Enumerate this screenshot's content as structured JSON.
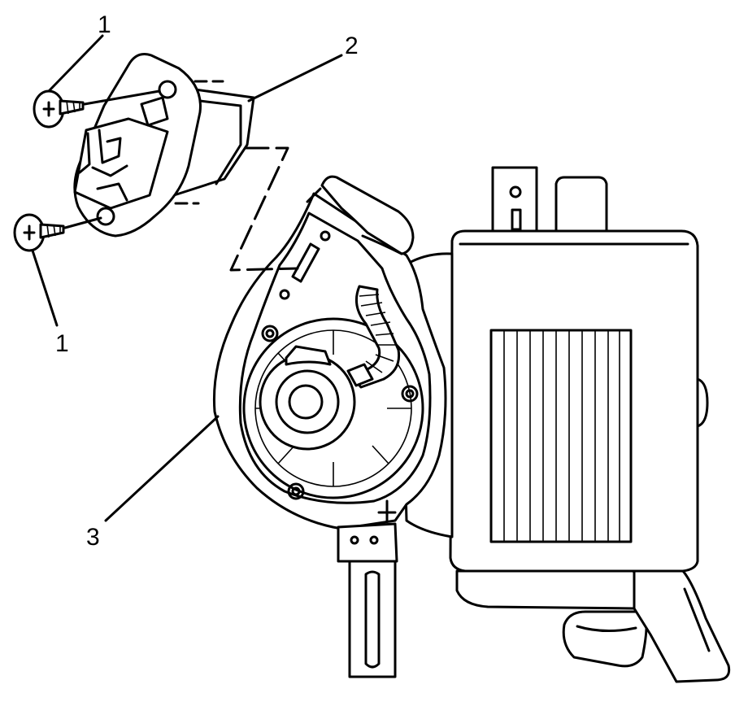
{
  "callouts": [
    {
      "id": "screw-top",
      "label": "1"
    },
    {
      "id": "resistor",
      "label": "2"
    },
    {
      "id": "screw-bottom",
      "label": "1"
    },
    {
      "id": "blower-housing",
      "label": "3"
    }
  ],
  "colors": {
    "line": "#000000",
    "background": "#ffffff"
  }
}
